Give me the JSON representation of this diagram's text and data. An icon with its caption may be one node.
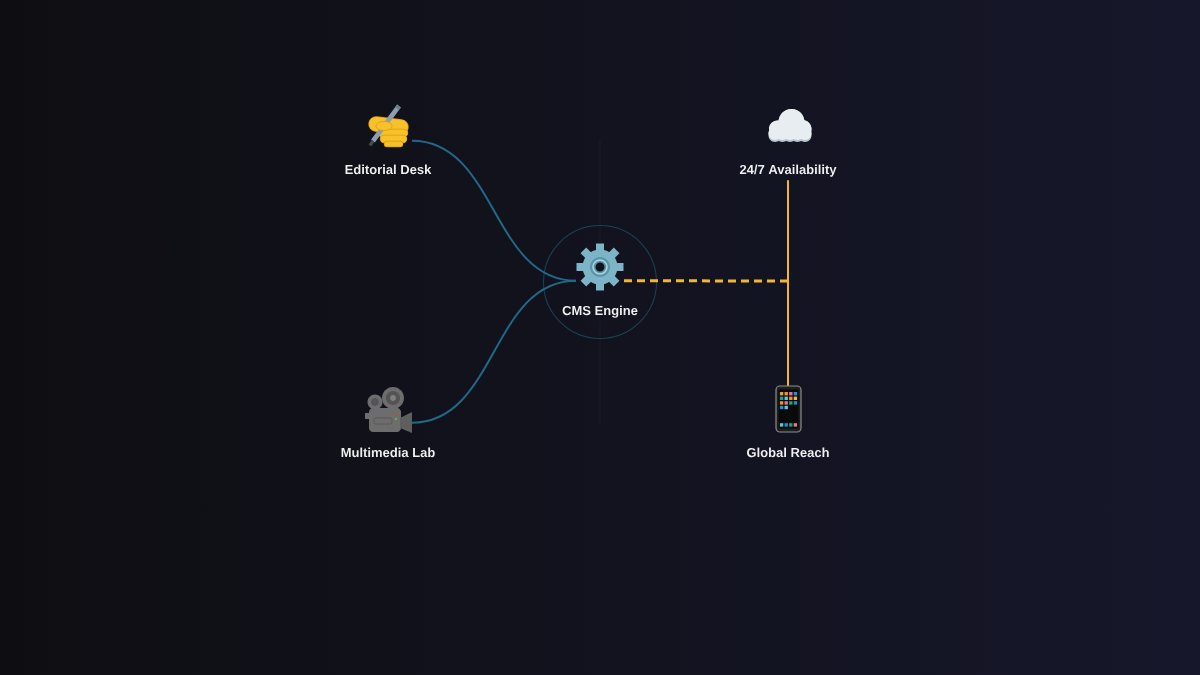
{
  "diagram": {
    "nodes": [
      {
        "text": [
          "Editorial Desk"
        ]
      },
      {
        "text": [
          "24/7 Availability"
        ]
      },
      {
        "text": [
          "CMS Engine"
        ]
      },
      {
        "text": [
          "Multimedia Lab"
        ]
      },
      {
        "text": [
          "Global Reach"
        ]
      }
    ],
    "edges": [
      {
        "from": 0,
        "to": 2,
        "arrow": "none",
        "color": "#1e6a88"
      },
      {
        "from": 3,
        "to": 2,
        "arrow": "none",
        "color": "#1e6a88"
      },
      {
        "from": 2,
        "to": null,
        "arrow": "none",
        "style": "dashed",
        "color": "#f4b52f"
      },
      {
        "from": 1,
        "to": 4,
        "arrow": "none",
        "color": "#f4b52f"
      }
    ]
  }
}
